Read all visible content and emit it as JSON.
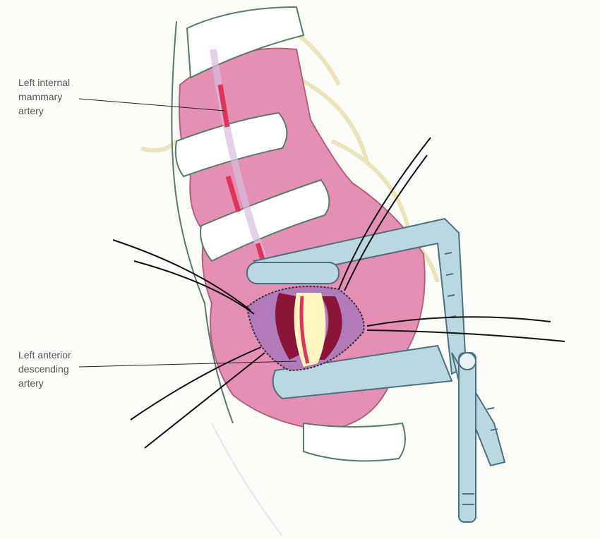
{
  "labels": {
    "lima": {
      "lines": [
        "Left internal",
        "mammary",
        "artery"
      ]
    },
    "lad": {
      "lines": [
        "Left anterior",
        "descending",
        "artery"
      ]
    }
  },
  "colors": {
    "background": "#fbfbf7",
    "muscle": "#e58fb4",
    "rib": "#ffffff",
    "artery": "#e0325a",
    "retractor": "#b9d8df",
    "fat": "#fff6c0"
  }
}
